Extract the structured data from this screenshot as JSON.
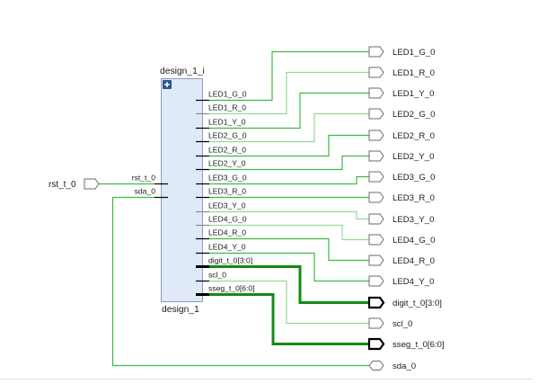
{
  "block": {
    "instance_name": "design_1_i",
    "module_name": "design_1",
    "expand_icon": "plus-icon",
    "pins_left": [
      {
        "name": "rst_t_0",
        "connects_to": "rst_t_0",
        "bus": false
      },
      {
        "name": "sda_0",
        "connects_to": "sda_0",
        "bus": false
      }
    ],
    "pins_right": [
      {
        "name": "LED1_G_0",
        "connects_to": "LED1_G_0",
        "bus": false
      },
      {
        "name": "LED1_R_0",
        "connects_to": "LED1_R_0",
        "bus": false
      },
      {
        "name": "LED1_Y_0",
        "connects_to": "LED1_Y_0",
        "bus": false
      },
      {
        "name": "LED2_G_0",
        "connects_to": "LED2_G_0",
        "bus": false
      },
      {
        "name": "LED2_R_0",
        "connects_to": "LED2_R_0",
        "bus": false
      },
      {
        "name": "LED2_Y_0",
        "connects_to": "LED2_Y_0",
        "bus": false
      },
      {
        "name": "LED3_G_0",
        "connects_to": "LED3_G_0",
        "bus": false
      },
      {
        "name": "LED3_R_0",
        "connects_to": "LED3_R_0",
        "bus": false
      },
      {
        "name": "LED3_Y_0",
        "connects_to": "LED3_Y_0",
        "bus": false
      },
      {
        "name": "LED4_G_0",
        "connects_to": "LED4_G_0",
        "bus": false
      },
      {
        "name": "LED4_R_0",
        "connects_to": "LED4_R_0",
        "bus": false
      },
      {
        "name": "LED4_Y_0",
        "connects_to": "LED4_Y_0",
        "bus": false
      },
      {
        "name": "digit_t_0[3:0]",
        "connects_to": "digit_t_0[3:0]",
        "bus": true
      },
      {
        "name": "scl_0",
        "connects_to": "scl_0",
        "bus": false
      },
      {
        "name": "sseg_t_0[6:0]",
        "connects_to": "sseg_t_0[6:0]",
        "bus": true
      }
    ]
  },
  "ports": {
    "inputs": [
      {
        "name": "rst_t_0",
        "direction": "input"
      }
    ],
    "outputs": [
      {
        "name": "LED1_G_0",
        "direction": "output",
        "bus": false
      },
      {
        "name": "LED1_R_0",
        "direction": "output",
        "bus": false
      },
      {
        "name": "LED1_Y_0",
        "direction": "output",
        "bus": false
      },
      {
        "name": "LED2_G_0",
        "direction": "output",
        "bus": false
      },
      {
        "name": "LED2_R_0",
        "direction": "output",
        "bus": false
      },
      {
        "name": "LED2_Y_0",
        "direction": "output",
        "bus": false
      },
      {
        "name": "LED3_G_0",
        "direction": "output",
        "bus": false
      },
      {
        "name": "LED3_R_0",
        "direction": "output",
        "bus": false
      },
      {
        "name": "LED3_Y_0",
        "direction": "output",
        "bus": false
      },
      {
        "name": "LED4_G_0",
        "direction": "output",
        "bus": false
      },
      {
        "name": "LED4_R_0",
        "direction": "output",
        "bus": false
      },
      {
        "name": "LED4_Y_0",
        "direction": "output",
        "bus": false
      },
      {
        "name": "digit_t_0[3:0]",
        "direction": "output",
        "bus": true
      },
      {
        "name": "scl_0",
        "direction": "output",
        "bus": false
      },
      {
        "name": "sseg_t_0[6:0]",
        "direction": "output",
        "bus": true
      },
      {
        "name": "sda_0",
        "direction": "inout",
        "bus": false
      }
    ]
  },
  "colors": {
    "net": "#3dba3d",
    "net_light": "#93dc93",
    "bus": "#128b12",
    "block_fill": "#dfe9f7",
    "block_border": "#8c9db5",
    "expand_icon": "#2e5490"
  }
}
